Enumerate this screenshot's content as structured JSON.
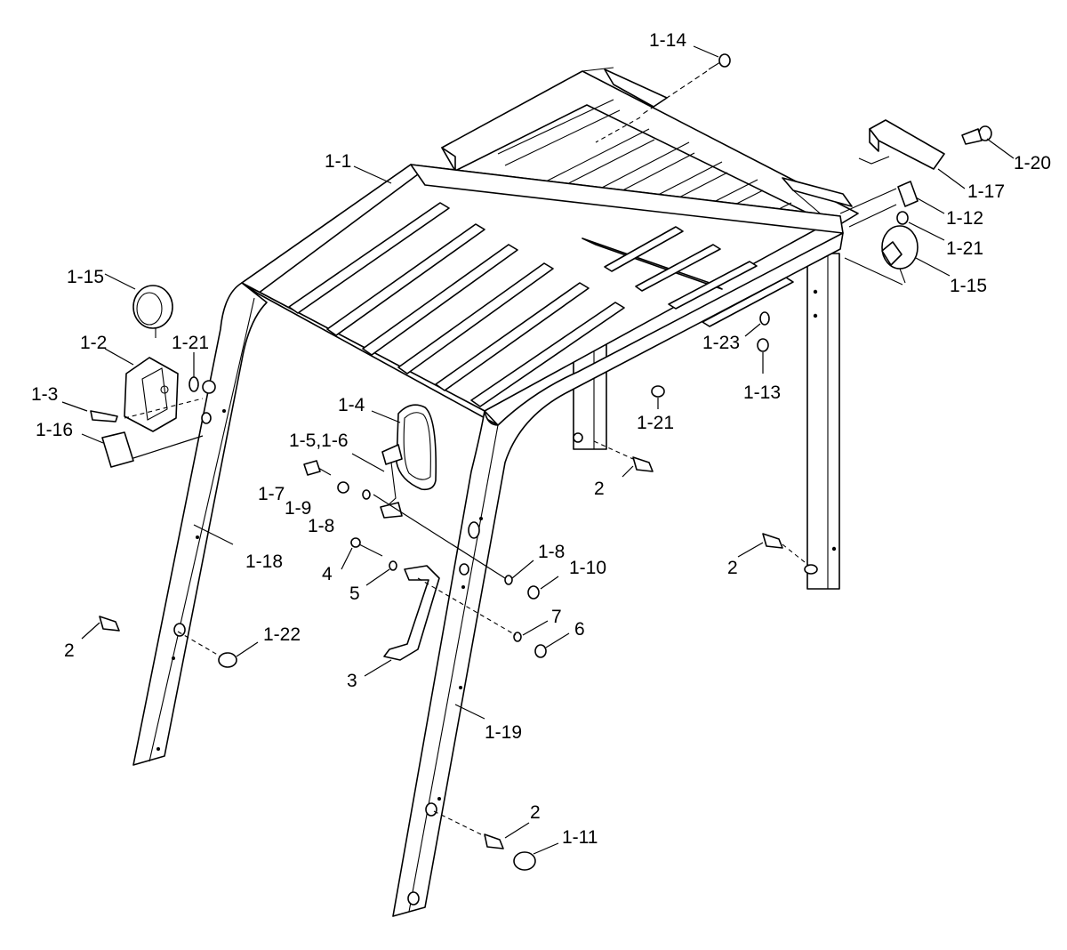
{
  "callouts": [
    {
      "id": "c1-14",
      "text": "1-14"
    },
    {
      "id": "c1-20",
      "text": "1-20"
    },
    {
      "id": "c1-1",
      "text": "1-1"
    },
    {
      "id": "c1-17",
      "text": "1-17"
    },
    {
      "id": "c1-12",
      "text": "1-12"
    },
    {
      "id": "c1-21a",
      "text": "1-21"
    },
    {
      "id": "c1-15a",
      "text": "1-15"
    },
    {
      "id": "c1-15b",
      "text": "1-15"
    },
    {
      "id": "c1-2",
      "text": "1-2"
    },
    {
      "id": "c1-21b",
      "text": "1-21"
    },
    {
      "id": "c1-3",
      "text": "1-3"
    },
    {
      "id": "c1-16",
      "text": "1-16"
    },
    {
      "id": "c1-23",
      "text": "1-23"
    },
    {
      "id": "c1-13",
      "text": "1-13"
    },
    {
      "id": "c1-4",
      "text": "1-4"
    },
    {
      "id": "c1-21c",
      "text": "1-21"
    },
    {
      "id": "c1-5",
      "text": "1-5,1-6"
    },
    {
      "id": "c1-7",
      "text": "1-7"
    },
    {
      "id": "c2a",
      "text": "2"
    },
    {
      "id": "c1-9",
      "text": "1-9"
    },
    {
      "id": "c1-8a",
      "text": "1-8"
    },
    {
      "id": "c1-18",
      "text": "1-18"
    },
    {
      "id": "c1-8b",
      "text": "1-8"
    },
    {
      "id": "c1-10",
      "text": "1-10"
    },
    {
      "id": "c4",
      "text": "4"
    },
    {
      "id": "c2b",
      "text": "2"
    },
    {
      "id": "c5",
      "text": "5"
    },
    {
      "id": "c7",
      "text": "7"
    },
    {
      "id": "c6",
      "text": "6"
    },
    {
      "id": "c2c",
      "text": "2"
    },
    {
      "id": "c1-22",
      "text": "1-22"
    },
    {
      "id": "c3",
      "text": "3"
    },
    {
      "id": "c1-19",
      "text": "1-19"
    },
    {
      "id": "c2d",
      "text": "2"
    },
    {
      "id": "c1-11",
      "text": "1-11"
    }
  ]
}
